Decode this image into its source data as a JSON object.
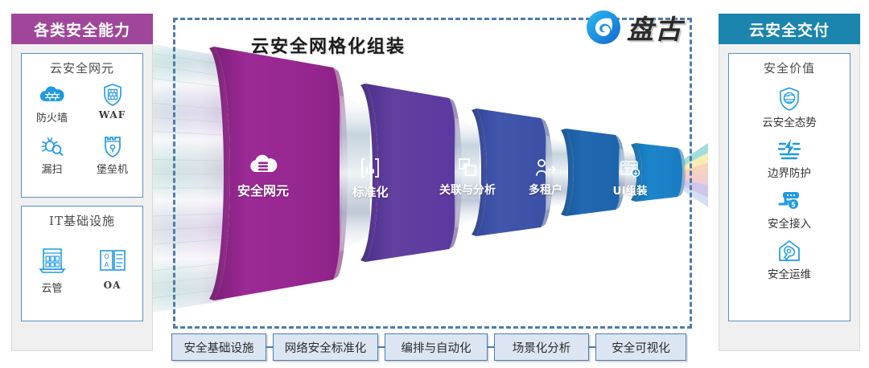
{
  "left_panel": {
    "header": "各类安全能力",
    "groups": [
      {
        "title": "云安全网元",
        "items": [
          {
            "icon": "cloud-firewall-icon",
            "label": "防火墙",
            "latin": false
          },
          {
            "icon": "shield-waf-icon",
            "label": "WAF",
            "latin": true
          },
          {
            "icon": "bug-scan-icon",
            "label": "漏扫",
            "latin": false
          },
          {
            "icon": "fortress-bastion-icon",
            "label": "堡垒机",
            "latin": false
          }
        ]
      },
      {
        "title": "IT基础设施",
        "items": [
          {
            "icon": "server-rack-icon",
            "label": "云管",
            "latin": false
          },
          {
            "icon": "oa-card-icon",
            "label": "OA",
            "latin": true
          }
        ]
      }
    ]
  },
  "right_panel": {
    "header": "云安全交付",
    "group": {
      "title": "安全价值",
      "items": [
        {
          "icon": "shield-situation-icon",
          "label": "云安全态势"
        },
        {
          "icon": "boundary-bolt-icon",
          "label": "边界防护"
        },
        {
          "icon": "secure-access-icon",
          "label": "安全接入"
        },
        {
          "icon": "ops-wrench-home-icon",
          "label": "安全运维"
        }
      ]
    }
  },
  "center": {
    "title": "云安全网格化组装",
    "logo": {
      "icon": "pangu-swirl-icon",
      "wordmark": "盘古"
    },
    "segments": [
      {
        "label": "安全网元",
        "icon": "cloud-database-icon",
        "color": "#92278f"
      },
      {
        "label": "标准化",
        "icon": "bar-chart-doc-icon",
        "color": "#5b3a9e"
      },
      {
        "label": "关联与分析",
        "icon": "overlap-squares-icon",
        "color": "#3b51a8"
      },
      {
        "label": "多租户",
        "icon": "user-arrow-icon",
        "color": "#1f63ad"
      },
      {
        "label": "UI组装",
        "icon": "ui-window-icon",
        "color": "#1a7ec4"
      }
    ]
  },
  "bottom_chips": [
    "安全基础设施",
    "网络安全标准化",
    "编排与自动化",
    "场景化分析",
    "安全可视化"
  ],
  "colors": {
    "left_header": "#a0469a",
    "right_header": "#1b85ad",
    "icon_blue": "#1f9ae0",
    "dashed_border": "#4d7cab",
    "chip_fill": "#dce6f2",
    "chip_border": "#4a7bb0"
  }
}
